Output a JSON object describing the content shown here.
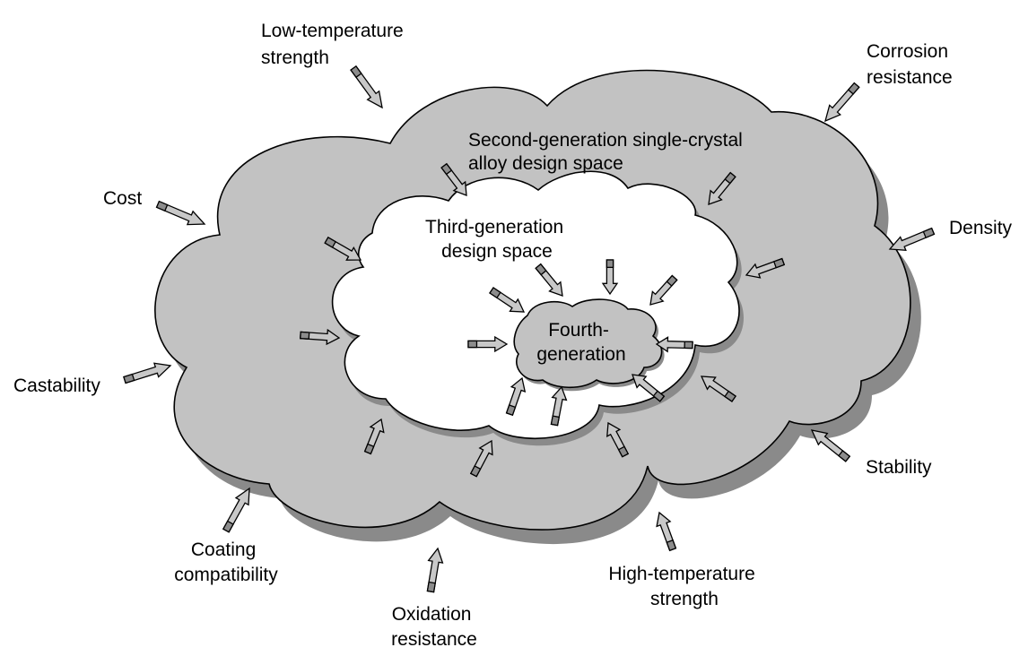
{
  "colors": {
    "outer_fill": "#c2c2c2",
    "outer_shadow": "#8a8a8a",
    "inner_fill": "#ffffff",
    "core_fill": "#c2c2c2",
    "arrow_fill": "#c8c8c8",
    "arrow_tail": "#8c8c8c"
  },
  "regions": {
    "second_generation": [
      "Second-generation single-crystal",
      "alloy design space"
    ],
    "third_generation": [
      "Third-generation",
      "design space"
    ],
    "fourth_generation": [
      "Fourth-",
      "generation"
    ]
  },
  "factors": {
    "low_temperature_strength": [
      "Low-temperature",
      "strength"
    ],
    "corrosion_resistance": [
      "Corrosion",
      "resistance"
    ],
    "cost": [
      "Cost"
    ],
    "density": [
      "Density"
    ],
    "castability": [
      "Castability"
    ],
    "stability": [
      "Stability"
    ],
    "coating_compatibility": [
      "Coating",
      "compatibility"
    ],
    "oxidation_resistance": [
      "Oxidation",
      "resistance"
    ],
    "high_temperature_strength": [
      "High-temperature",
      "strength"
    ]
  }
}
